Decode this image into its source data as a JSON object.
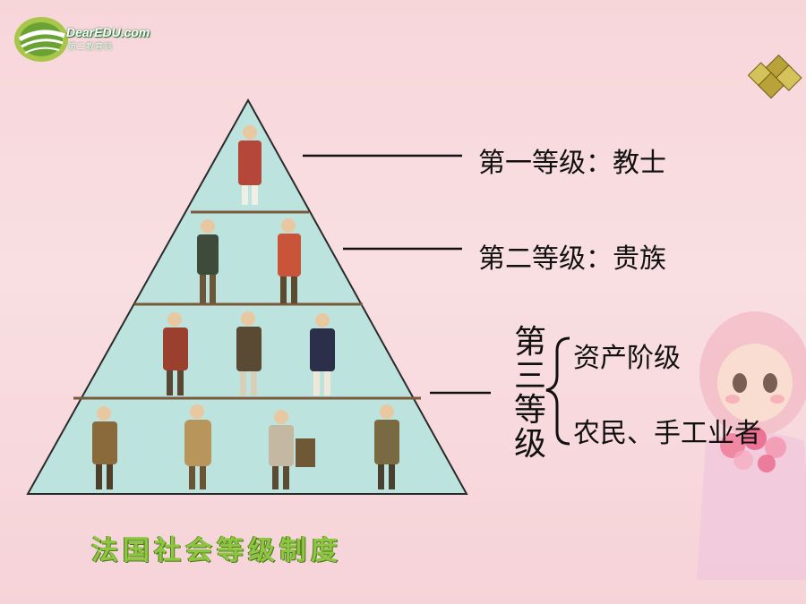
{
  "logo": {
    "name": "DearEDU.com",
    "subtitle": "第二教育网"
  },
  "pyramid": {
    "levels": [
      {
        "label": "第一等级：教士",
        "figure_count": 1
      },
      {
        "label": "第二等级：贵族",
        "figure_count": 2
      },
      {
        "label_vertical": "第三等级",
        "sub_groups": [
          "资产阶级",
          "农民、手工业者"
        ],
        "figure_count": 7
      }
    ],
    "caption": "法国社会等级制度"
  },
  "colors": {
    "pyramid_fill": "#bde3df",
    "caption_green": "#8dc63f",
    "background_pink": "#f8d8dc"
  }
}
